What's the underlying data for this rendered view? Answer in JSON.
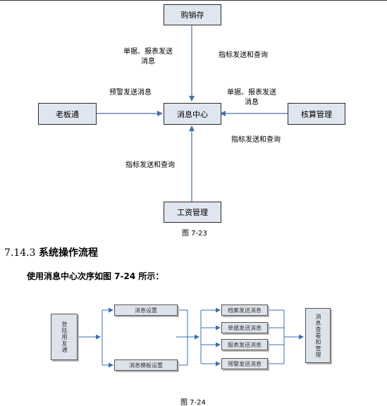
{
  "figure1": {
    "nodes": {
      "top": "购销存",
      "center": "消息中心",
      "left": "老板通",
      "right": "核算管理",
      "bottom": "工资管理"
    },
    "labels": {
      "top_left_line1": "单据、报表发送",
      "top_left_line2": "消息",
      "top_right": "指标发送和查询",
      "left_above": "预警发送消息",
      "right_above_line1": "单据、报表发送",
      "right_above_line2": "消息",
      "right_below": "指标发送和查询",
      "bottom_left": "指标发送和查询"
    },
    "caption": "图 7-23"
  },
  "section": {
    "number": "7.14.3",
    "title": "系统操作流程"
  },
  "intro_text": "使用消息中心次序如图 7-24 所示：",
  "figure2": {
    "login": "登陆用友通",
    "settings": "消息设置",
    "template": "消息模板设置",
    "sends": [
      "档案发送消息",
      "单据发送消息",
      "报表发送消息",
      "预警发送消息"
    ],
    "final": "消息查看和管理",
    "caption": "图 7-24"
  }
}
